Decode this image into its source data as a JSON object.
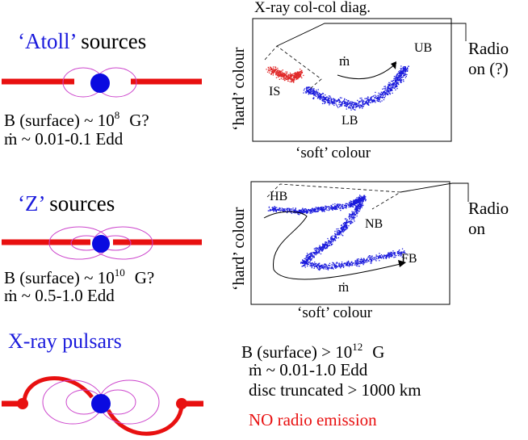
{
  "colors": {
    "accent_blue": "#1a1adc",
    "accent_red": "#e81010",
    "scatter_red": "#e02828",
    "field_line": "#cc44cc"
  },
  "top_title": "X-ray col-col diag.",
  "atoll": {
    "heading_quote_open": "‘",
    "heading_name": "Atoll",
    "heading_quote_close": "’",
    "heading_rest": " sources",
    "b_field_pre": "B (surface) ~ 10",
    "b_field_exp": "8",
    "b_field_post": "G?",
    "mdot_line": "ṁ ~ 0.01-0.1 Edd",
    "diagram": {
      "ylabel": "‘hard’ colour",
      "xlabel": "‘soft’ colour",
      "labels": {
        "is": "IS",
        "lb": "LB",
        "ub": "UB",
        "mdot": "ṁ"
      },
      "radio_note_line1": "Radio",
      "radio_note_line2": "on (?)"
    }
  },
  "z": {
    "heading_quote_open": "‘",
    "heading_name": "Z",
    "heading_quote_close": "’",
    "heading_rest": " sources",
    "b_field_pre": "B (surface) ~ 10",
    "b_field_exp": "10",
    "b_field_post": "G?",
    "mdot_line": "ṁ ~ 0.5-1.0 Edd",
    "diagram": {
      "ylabel": "‘hard’ colour",
      "xlabel": "‘soft’ colour",
      "labels": {
        "hb": "HB",
        "nb": "NB",
        "fb": "FB",
        "mdot": "ṁ"
      },
      "radio_note_line1": "Radio",
      "radio_note_line2": "on"
    }
  },
  "pulsars": {
    "heading": "X-ray pulsars",
    "b_field_pre": "B (surface) > 10",
    "b_field_exp": "12",
    "b_field_post": "G",
    "mdot_line": "ṁ ~ 0.01-1.0 Edd",
    "disc_line": "disc truncated > 1000 km",
    "radio_line": "NO radio emission"
  }
}
